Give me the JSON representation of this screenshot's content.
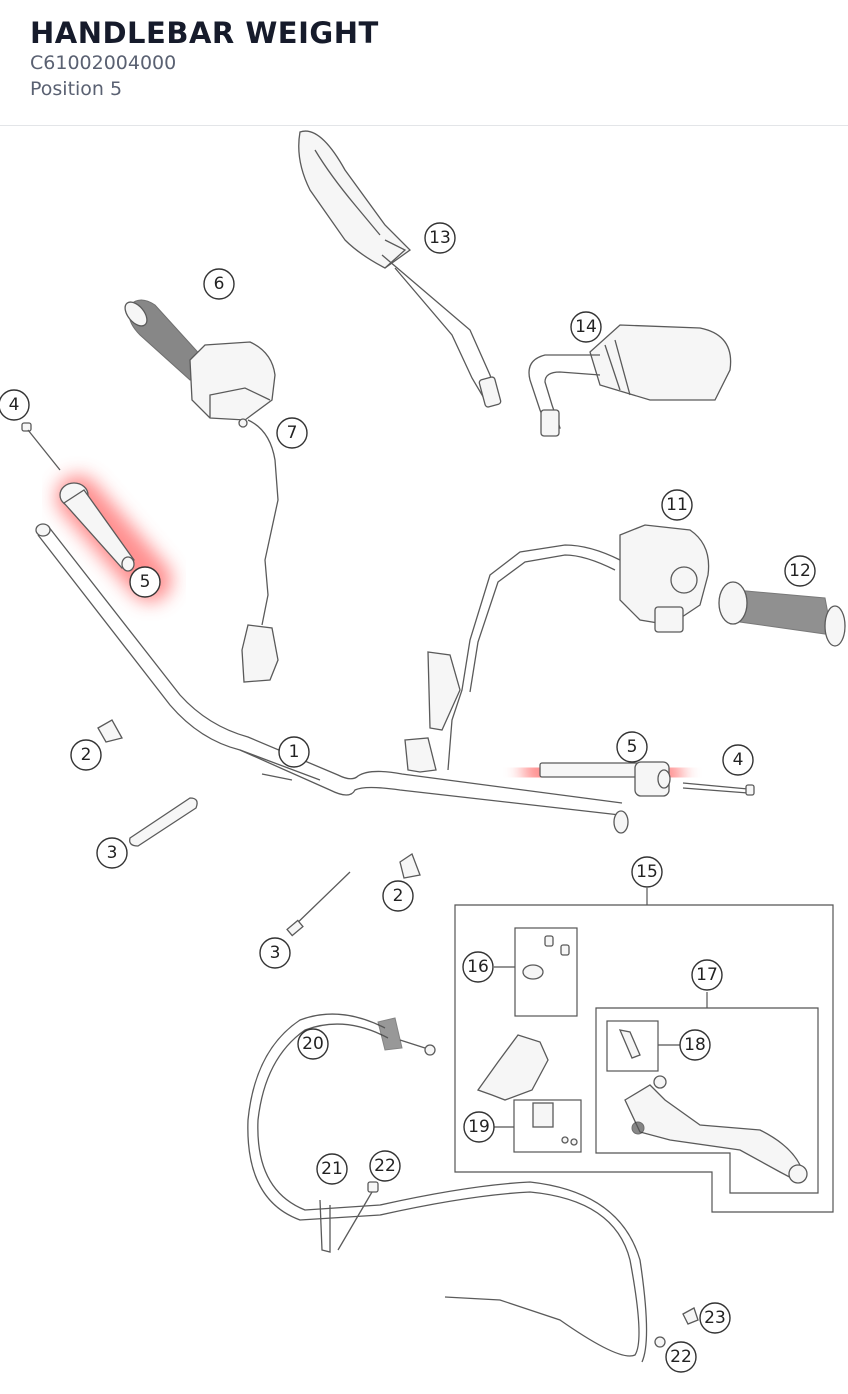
{
  "header": {
    "title": "HANDLEBAR WEIGHT",
    "part_number": "C61002004000",
    "position": "Position 5"
  },
  "highlight_color": "#ff6b6b",
  "callouts": {
    "c1": "1",
    "c2a": "2",
    "c2b": "2",
    "c3a": "3",
    "c3b": "3",
    "c4a": "4",
    "c4b": "4",
    "c5a": "5",
    "c5b": "5",
    "c6": "6",
    "c7": "7",
    "c11": "11",
    "c12": "12",
    "c13": "13",
    "c14": "14",
    "c15": "15",
    "c16": "16",
    "c17": "17",
    "c18": "18",
    "c19": "19",
    "c20": "20",
    "c21": "21",
    "c22a": "22",
    "c22b": "22",
    "c23": "23"
  }
}
